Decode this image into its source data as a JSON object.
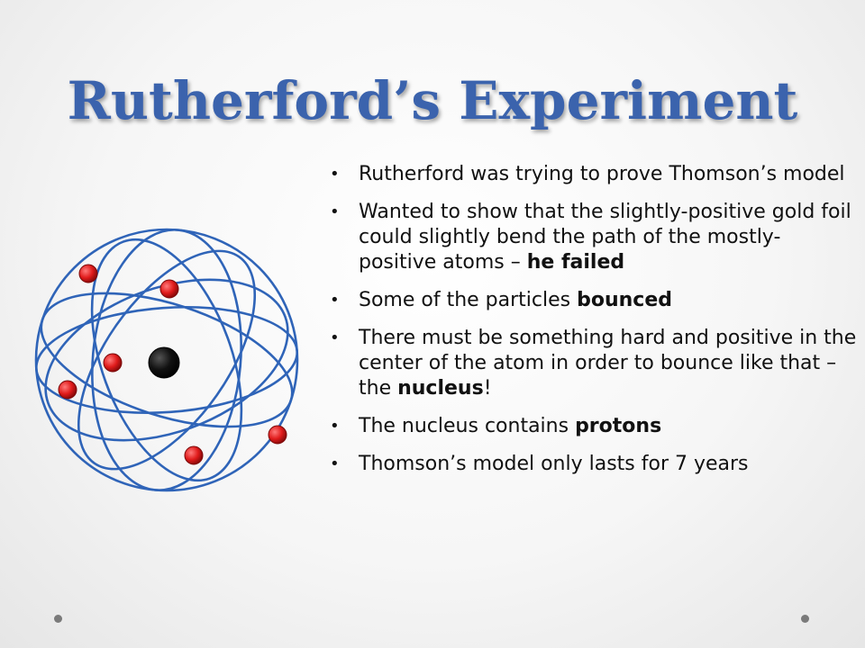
{
  "slide": {
    "title": "Rutherford’s Experiment",
    "bullets": [
      {
        "segments": [
          {
            "text": "Rutherford was trying to prove Thomson’s model",
            "bold": false
          }
        ]
      },
      {
        "segments": [
          {
            "text": "Wanted to show that the slightly-positive gold foil could slightly bend the path of the mostly-positive atoms – ",
            "bold": false
          },
          {
            "text": "he failed",
            "bold": true
          }
        ]
      },
      {
        "segments": [
          {
            "text": "Some of the particles ",
            "bold": false
          },
          {
            "text": "bounced",
            "bold": true
          }
        ]
      },
      {
        "segments": [
          {
            "text": "There must be something hard and positive in the center of the atom in order to bounce like that – the ",
            "bold": false
          },
          {
            "text": "nucleus",
            "bold": true
          },
          {
            "text": "!",
            "bold": false
          }
        ]
      },
      {
        "segments": [
          {
            "text": "The nucleus contains ",
            "bold": false
          },
          {
            "text": "protons",
            "bold": true
          }
        ]
      },
      {
        "segments": [
          {
            "text": "Thomson’s model only lasts for 7 years",
            "bold": false
          }
        ]
      }
    ],
    "bullet_glyph": "•"
  },
  "colors": {
    "title": "#3b63ad",
    "orbit": "#2f64b8",
    "electron": "#e01b1b",
    "nucleus": "#111111"
  },
  "icons": {
    "atom": "atom-diagram-icon",
    "nav_dots": "nav-dot-icon"
  }
}
